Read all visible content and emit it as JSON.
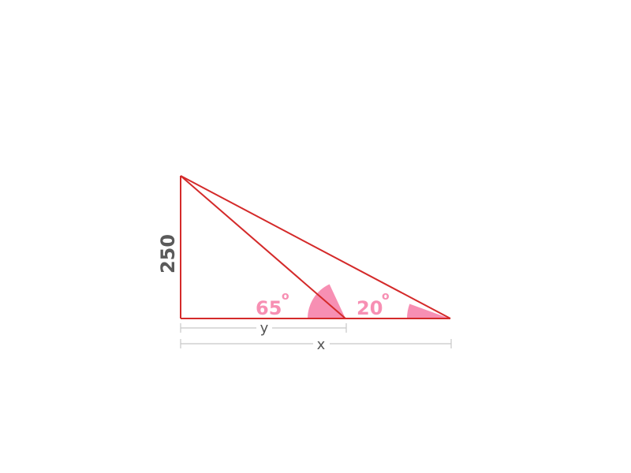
{
  "diagram": {
    "height_label": "250",
    "angle_inner": {
      "value": "65",
      "unit": "o"
    },
    "angle_outer": {
      "value": "20",
      "unit": "o"
    },
    "dim_y_label": "y",
    "dim_x_label": "x"
  },
  "colors": {
    "triangle_stroke": "#d42a2a",
    "angle_fill": "#f78fb3",
    "angle_text": "#f78fb3",
    "side_text": "#5a5a5a",
    "dim_line": "#c8c8c8",
    "dim_text": "#555555"
  }
}
